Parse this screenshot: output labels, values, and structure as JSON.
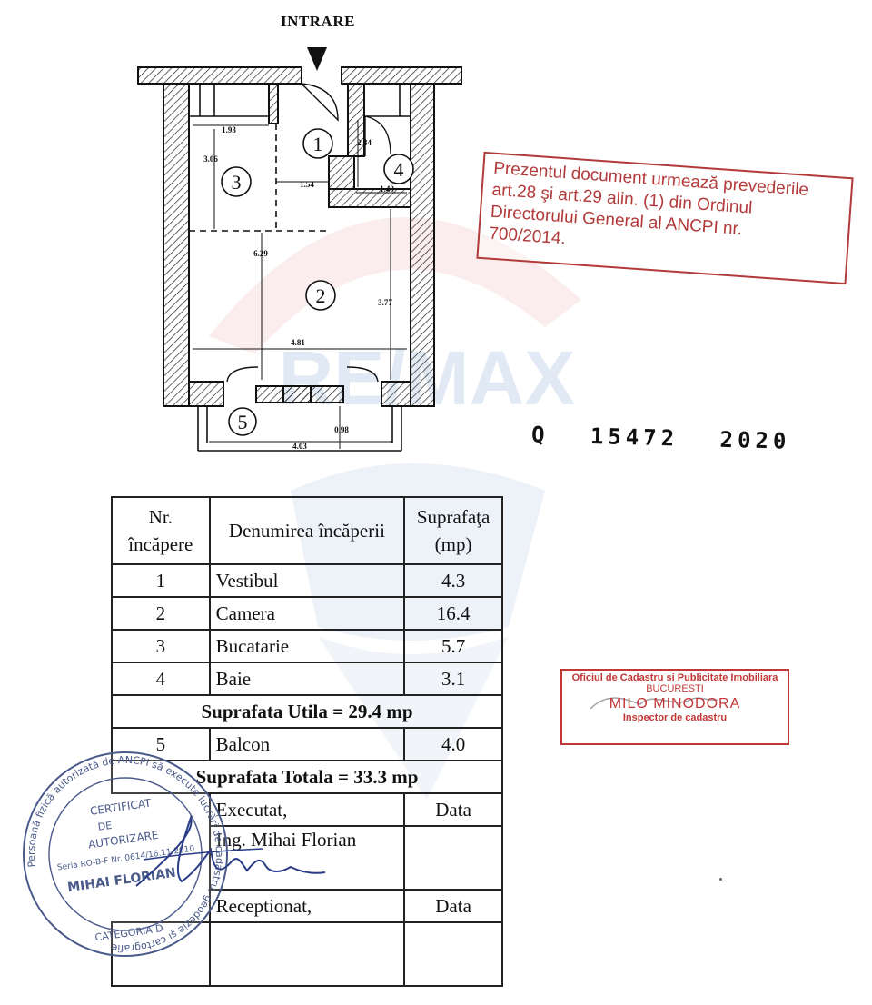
{
  "plan": {
    "entry_label": "INTRARE",
    "rooms": [
      "1",
      "2",
      "3",
      "4",
      "5"
    ],
    "dimensions": [
      "1.93",
      "3.06",
      "1.54",
      "2.34",
      "1.40",
      "6.29",
      "3.77",
      "4.81",
      "0.98",
      "4.03"
    ]
  },
  "watermark": {
    "text": "RE/MAX",
    "colors": {
      "red": "#d94b4b",
      "blue": "#4a7fc0"
    }
  },
  "ancpi_stamp": {
    "lines": [
      "Prezentul document urmează prevederile",
      "art.28  şi art.29 alin. (1) din Ordinul",
      "Directorului  General  al  ANCPI  nr.",
      "700/2014."
    ],
    "color": "#b23a3a"
  },
  "registration": {
    "letter": "Q",
    "number": "15472",
    "year": "2020"
  },
  "table": {
    "headers": {
      "nr": [
        "Nr.",
        "încăpere"
      ],
      "name": "Denumirea încăperii",
      "area": [
        "Suprafaţa",
        "(mp)"
      ]
    },
    "rooms": [
      {
        "nr": "1",
        "name": "Vestibul",
        "area": "4.3"
      },
      {
        "nr": "2",
        "name": "Camera",
        "area": "16.4"
      },
      {
        "nr": "3",
        "name": "Bucatarie",
        "area": "5.7"
      },
      {
        "nr": "4",
        "name": "Baie",
        "area": "3.1"
      }
    ],
    "useful_total": "Suprafata Utila = 29.4 mp",
    "balcony": {
      "nr": "5",
      "name": "Balcon",
      "area": "4.0"
    },
    "grand_total": "Suprafata Totala = 33.3 mp",
    "executed_label": "Executat,",
    "date_label_1": "Data",
    "engineer": "Ing. Mihai Florian",
    "received_label": "Receptionat,",
    "date_label_2": "Data"
  },
  "office_stamp": {
    "line1": "Oficiul de Cadastru si Publicitate Imobiliara",
    "line2": "BUCURESTI",
    "line3": "MILO MINODORA",
    "line4": "Inspector de cadastru",
    "color": "#c23636"
  },
  "circle_stamp": {
    "outer_text": "Persoană fizică autorizată de ANCPI să execute lucrări de cadastru, geodezie şi cartografie",
    "inner_lines": [
      "CERTIFICAT",
      "DE",
      "AUTORIZARE",
      "Seria RO-B-F Nr. 0614/16.11.2010",
      "MIHAI FLORIAN"
    ],
    "category": "CATEGORIA D",
    "color": "#4a5a8a"
  }
}
